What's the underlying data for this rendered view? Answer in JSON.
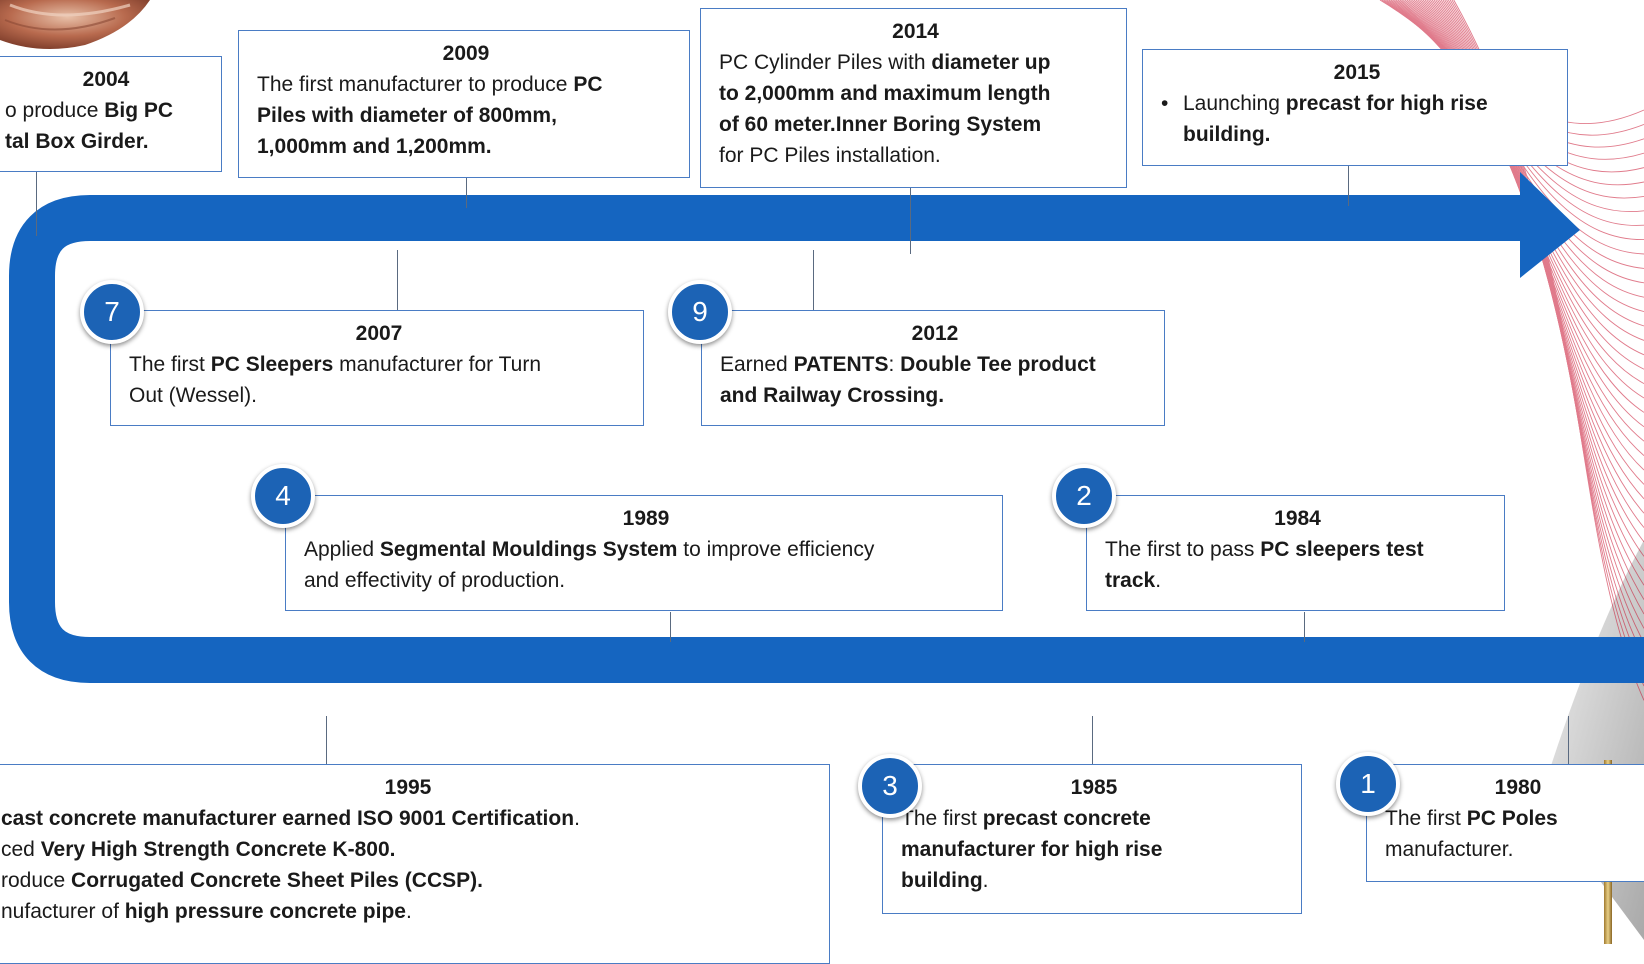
{
  "milestones": [
    {
      "id": "2004",
      "year": "2004",
      "lines": [
        [
          {
            "t": "o produce "
          },
          {
            "t": "Big PC",
            "b": true
          }
        ],
        [
          {
            "t": "tal Box Girder.",
            "b": true
          }
        ]
      ]
    },
    {
      "id": "2009",
      "year": "2009",
      "lines": [
        [
          {
            "t": "The first manufacturer to produce "
          },
          {
            "t": "PC",
            "b": true
          }
        ],
        [
          {
            "t": "Piles with diameter of 800mm,",
            "b": true
          }
        ],
        [
          {
            "t": "1,000mm and 1,200mm.",
            "b": true
          }
        ]
      ]
    },
    {
      "id": "2014",
      "year": "2014",
      "lines": [
        [
          {
            "t": "PC Cylinder Piles with "
          },
          {
            "t": "diameter up",
            "b": true
          }
        ],
        [
          {
            "t": "to 2,000mm and maximum length",
            "b": true
          }
        ],
        [
          {
            "t": "of 60 meter.",
            "b": true
          },
          {
            "t": "Inner Boring System",
            "b": true
          }
        ],
        [
          {
            "t": "for PC Piles installation."
          }
        ]
      ]
    },
    {
      "id": "2015",
      "year": "2015",
      "bullet": "•",
      "lines": [
        [
          {
            "t": "Launching "
          },
          {
            "t": "precast for high rise building.",
            "b": true
          }
        ]
      ]
    },
    {
      "id": "2007",
      "year": "2007",
      "badge": "7",
      "lines": [
        [
          {
            "t": "The first "
          },
          {
            "t": "PC Sleepers",
            "b": true
          },
          {
            "t": " manufacturer for  Turn"
          }
        ],
        [
          {
            "t": "Out (Wessel)."
          }
        ]
      ]
    },
    {
      "id": "2012",
      "year": "2012",
      "badge": "9",
      "lines": [
        [
          {
            "t": "Earned "
          },
          {
            "t": "PATENTS",
            "b": true
          },
          {
            "t": ": "
          },
          {
            "t": "Double Tee product",
            "b": true
          }
        ],
        [
          {
            "t": "and Railway Crossing.",
            "b": true
          }
        ]
      ]
    },
    {
      "id": "1989",
      "year": "1989",
      "badge": "4",
      "lines": [
        [
          {
            "t": "Applied "
          },
          {
            "t": "Segmental Mouldings System",
            "b": true
          },
          {
            "t": " to improve efficiency"
          }
        ],
        [
          {
            "t": "and effectivity of production."
          }
        ]
      ]
    },
    {
      "id": "1984",
      "year": "1984",
      "badge": "2",
      "lines": [
        [
          {
            "t": "The first to pass "
          },
          {
            "t": "PC sleepers test",
            "b": true
          }
        ],
        [
          {
            "t": "track",
            "b": true
          },
          {
            "t": "."
          }
        ]
      ]
    },
    {
      "id": "1995",
      "year": "1995",
      "lines": [
        [
          {
            "t": "cast concrete manufacturer earned ISO 9001 Certification",
            "b": true
          },
          {
            "t": "."
          }
        ],
        [
          {
            "t": "ced "
          },
          {
            "t": "Very High Strength Concrete K-800.",
            "b": true
          }
        ],
        [
          {
            "t": "roduce "
          },
          {
            "t": "Corrugated Concrete Sheet Piles (CCSP).",
            "b": true
          }
        ],
        [
          {
            "t": "nufacturer of "
          },
          {
            "t": "high pressure concrete pipe",
            "b": true
          },
          {
            "t": "."
          }
        ]
      ]
    },
    {
      "id": "1985",
      "year": "1985",
      "badge": "3",
      "lines": [
        [
          {
            "t": "The first "
          },
          {
            "t": "precast concrete",
            "b": true
          }
        ],
        [
          {
            "t": "manufacturer for high rise",
            "b": true
          }
        ],
        [
          {
            "t": "building",
            "b": true
          },
          {
            "t": "."
          }
        ]
      ]
    },
    {
      "id": "1980",
      "year": "1980",
      "badge": "1",
      "lines": [
        [
          {
            "t": "The first "
          },
          {
            "t": "PC Poles",
            "b": true
          }
        ],
        [
          {
            "t": "manufacturer."
          }
        ]
      ]
    }
  ],
  "colors": {
    "arrow": "#1565c0",
    "badge": "#1c63b5",
    "box_border": "#4a7cc4",
    "connector": "#5a6a80",
    "accent_red": "#c8102e"
  },
  "decorations": [
    "copper-coil-image",
    "red-wave-lines",
    "gold-rod-image"
  ]
}
